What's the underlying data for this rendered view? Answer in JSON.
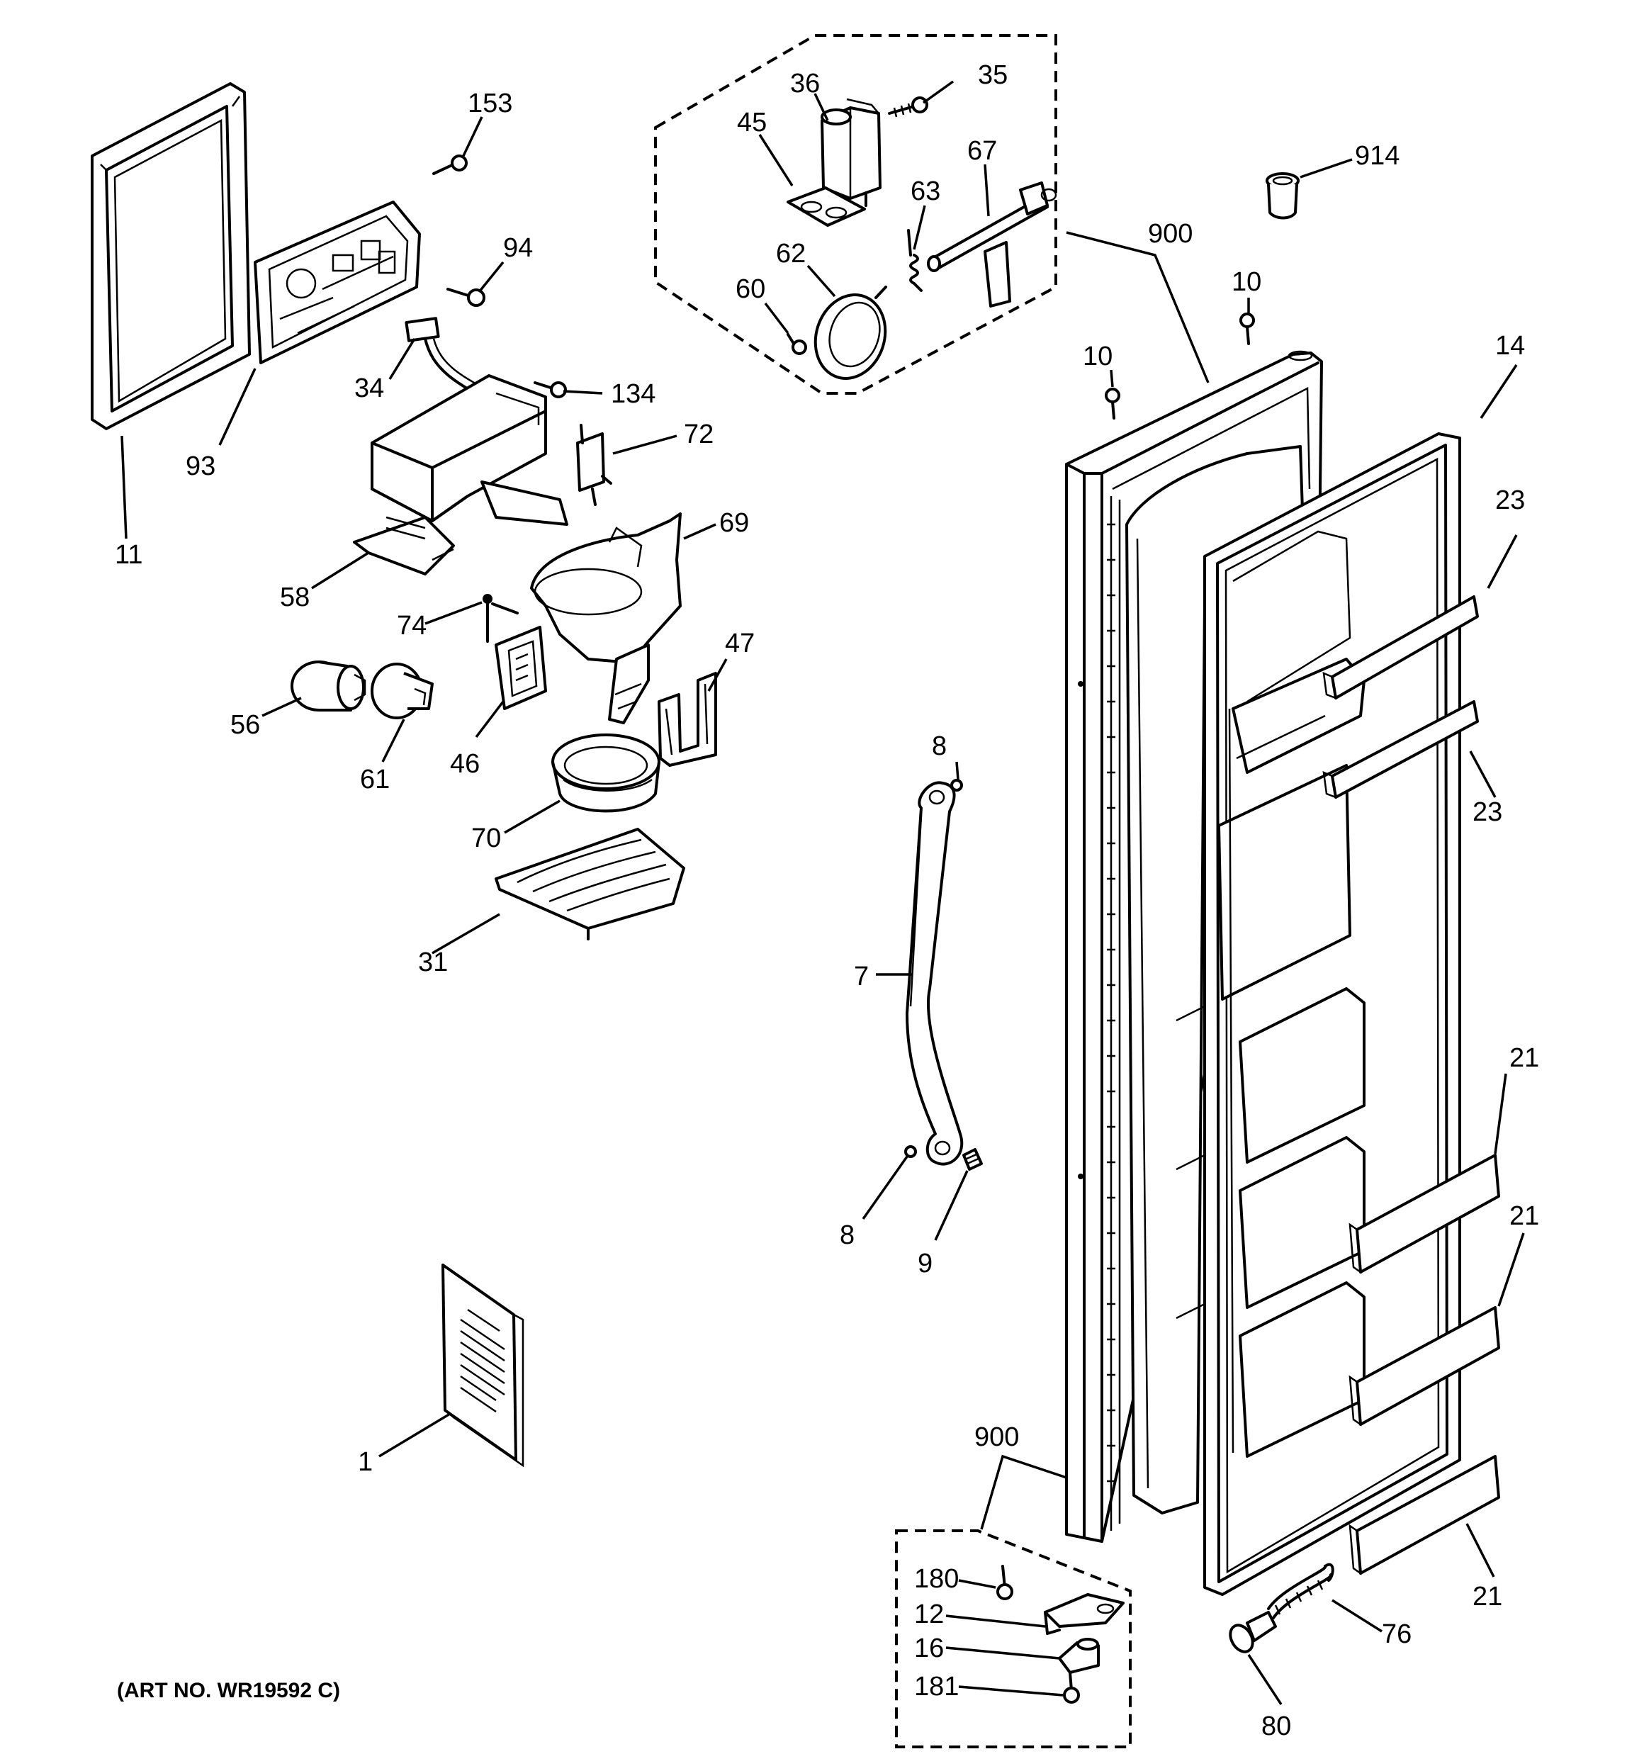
{
  "art_number": "(ART NO. WR19592 C)",
  "callouts": {
    "c153": "153",
    "c94": "94",
    "c34": "34",
    "c134": "134",
    "c72": "72",
    "c93": "93",
    "c11": "11",
    "c58": "58",
    "c74": "74",
    "c69": "69",
    "c47": "47",
    "c46": "46",
    "c56": "56",
    "c61": "61",
    "c70": "70",
    "c31": "31",
    "c36": "36",
    "c35": "35",
    "c45": "45",
    "c67": "67",
    "c63": "63",
    "c62": "62",
    "c60": "60",
    "c914": "914",
    "c900_top": "900",
    "c10_a": "10",
    "c10_b": "10",
    "c14": "14",
    "c23_a": "23",
    "c23_b": "23",
    "c8_top": "8",
    "c7": "7",
    "c8_bot": "8",
    "c9": "9",
    "c21_a": "21",
    "c21_b": "21",
    "c21_c": "21",
    "c1": "1",
    "c900_bot": "900",
    "c180": "180",
    "c12": "12",
    "c16": "16",
    "c181": "181",
    "c76": "76",
    "c80": "80"
  }
}
